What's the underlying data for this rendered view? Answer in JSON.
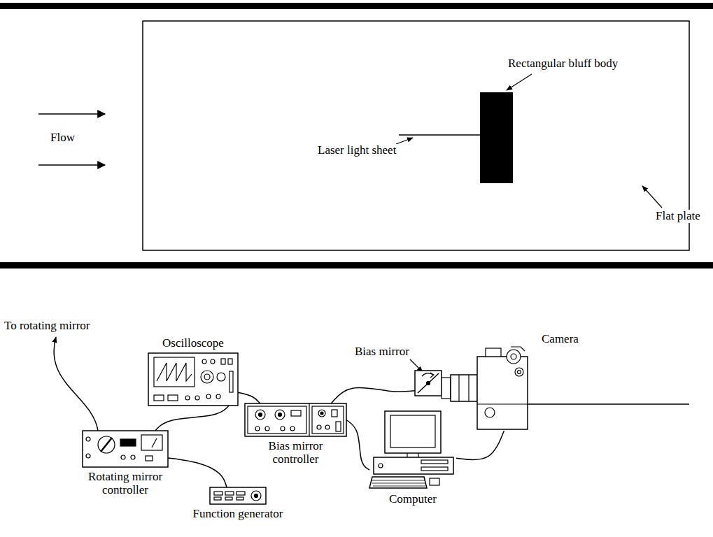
{
  "diagram": {
    "nodes": [
      {
        "text": [
          "Oscilloscope"
        ]
      },
      {
        "text": [
          "Bias mirror"
        ]
      },
      {
        "text": [
          "Camera"
        ]
      },
      {
        "text": [
          "Bias mirror controller"
        ]
      },
      {
        "text": [
          "Rotating mirror controller"
        ]
      },
      {
        "text": [
          "Computer"
        ]
      },
      {
        "text": [
          "Function generator"
        ]
      }
    ],
    "edges": [
      {
        "from": 4,
        "to": 0,
        "arrow": "none"
      },
      {
        "from": 0,
        "to": 3,
        "arrow": "none"
      },
      {
        "from": 3,
        "to": 1,
        "arrow": "none"
      },
      {
        "from": 3,
        "to": 5,
        "arrow": "none"
      },
      {
        "from": 5,
        "to": 2,
        "arrow": "none"
      },
      {
        "from": 6,
        "to": 4,
        "arrow": "none"
      }
    ],
    "labels": [
      "Flow",
      "Laser light sheet",
      "Rectangular bluff body",
      "Flat plate",
      "To rotating mirror"
    ]
  }
}
